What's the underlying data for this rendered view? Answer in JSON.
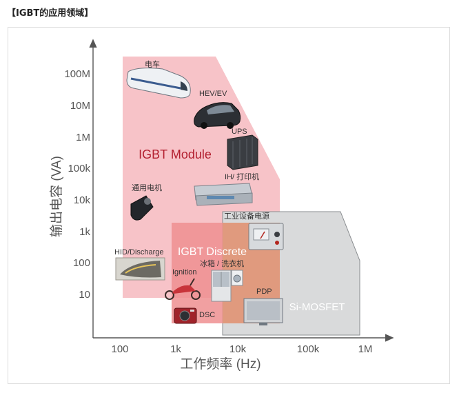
{
  "page": {
    "title": "【IGBT的应用领域】"
  },
  "diagram": {
    "y_axis_label": "输出电容 (VA)",
    "x_axis_label": "工作频率 (Hz)",
    "y_ticks": [
      "100M",
      "10M",
      "1M",
      "100k",
      "10k",
      "1k",
      "100",
      "10"
    ],
    "x_ticks": [
      "100",
      "1k",
      "10k",
      "100k",
      "1M"
    ],
    "regions": {
      "igbt_module": "IGBT Module",
      "igbt_discrete": "IGBT Discrete",
      "si_mosfet": "Si-MOSFET"
    },
    "applications": {
      "train": "电车",
      "hev": "HEV/EV",
      "ups": "UPS",
      "ih_printer": "IH/ 打印机",
      "motor": "通用电机",
      "industrial_power": "工业设备电源",
      "hid": "HID/Discharge",
      "ignition": "Ignition",
      "fridge": "冰箱 / 洗衣机",
      "pdp": "PDP",
      "dsc": "DSC"
    },
    "colors": {
      "module_fill": "#f7c3c8",
      "discrete_fill": "#ef8f90",
      "mosfet_fill": "#d9dadb",
      "overlap_fill": "#e09a7e",
      "module_label": "#b32030",
      "discrete_label": "#ffffff",
      "axis": "#555555"
    }
  }
}
